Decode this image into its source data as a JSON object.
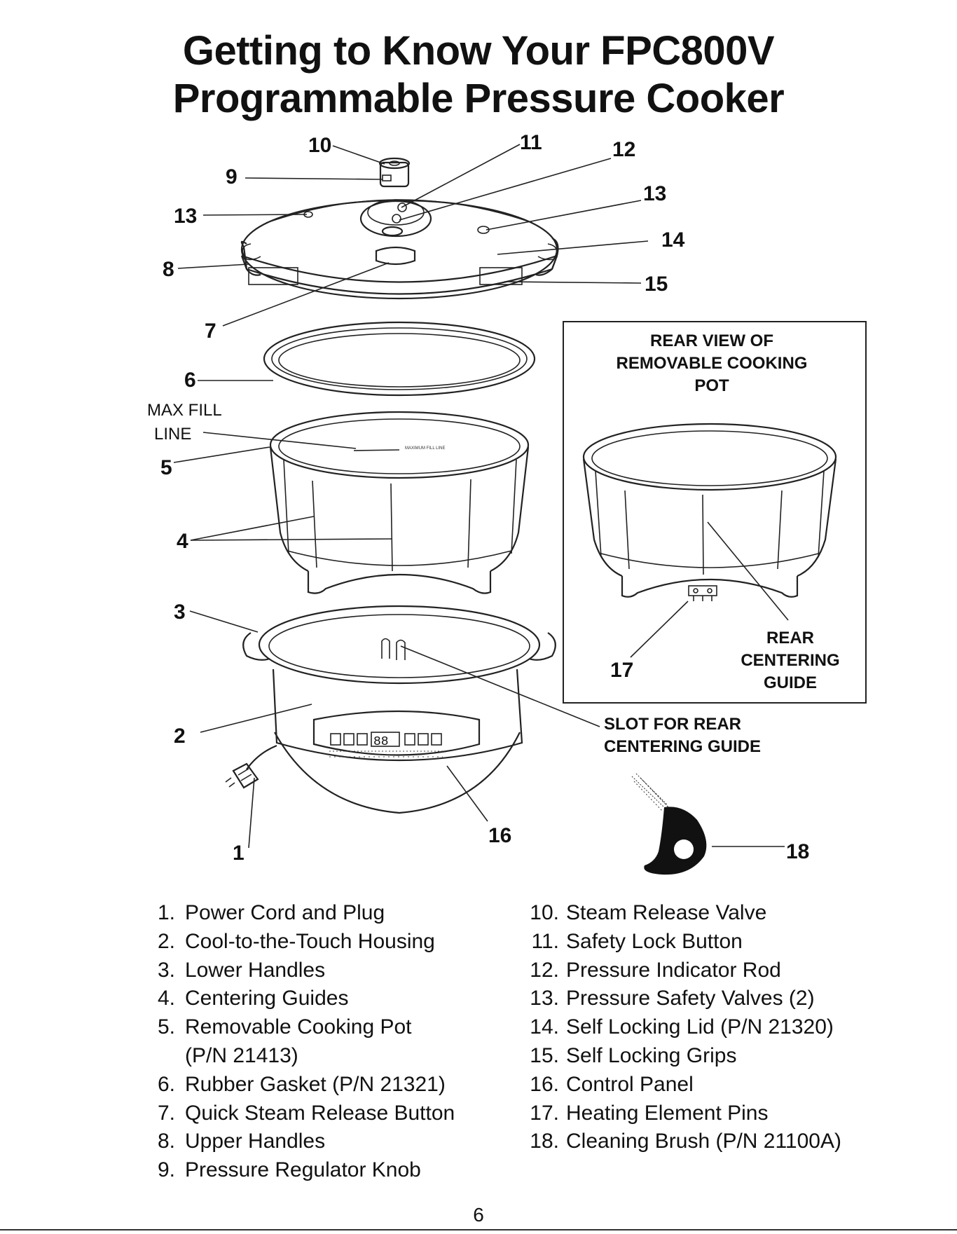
{
  "title": {
    "line1": "Getting to Know Your FPC800V",
    "line2": "Programmable Pressure Cooker"
  },
  "callouts": {
    "n1": "1",
    "n2": "2",
    "n3": "3",
    "n4": "4",
    "n5": "5",
    "n6": "6",
    "n7": "7",
    "n8": "8",
    "n9": "9",
    "n10": "10",
    "n11": "11",
    "n12": "12",
    "n13a": "13",
    "n13b": "13",
    "n14": "14",
    "n15": "15",
    "n16": "16",
    "n17": "17",
    "n18": "18"
  },
  "max_fill": {
    "line1": "MAX FILL",
    "line2": "LINE",
    "pot_text": "MAXIMUM FILL LINE"
  },
  "rear_view": {
    "title1": "REAR VIEW OF",
    "title2": "REMOVABLE COOKING",
    "title3": "POT",
    "guide1": "REAR",
    "guide2": "CENTERING",
    "guide3": "GUIDE"
  },
  "slot": {
    "line1": "SLOT FOR REAR",
    "line2": "CENTERING GUIDE"
  },
  "parts_left": [
    {
      "num": "1.",
      "label": "Power Cord and Plug"
    },
    {
      "num": "2.",
      "label": "Cool-to-the-Touch Housing"
    },
    {
      "num": "3.",
      "label": "Lower Handles"
    },
    {
      "num": "4.",
      "label": "Centering Guides"
    },
    {
      "num": "5.",
      "label": "Removable Cooking Pot"
    },
    {
      "num": "",
      "label": "(P/N 21413)"
    },
    {
      "num": "6.",
      "label": "Rubber Gasket (P/N 21321)"
    },
    {
      "num": "7.",
      "label": "Quick Steam Release Button"
    },
    {
      "num": "8.",
      "label": "Upper Handles"
    },
    {
      "num": "9.",
      "label": "Pressure Regulator Knob"
    }
  ],
  "parts_right": [
    {
      "num": "10.",
      "label": "Steam Release Valve"
    },
    {
      "num": "11.",
      "label": "Safety Lock Button"
    },
    {
      "num": "12.",
      "label": "Pressure Indicator Rod"
    },
    {
      "num": "13.",
      "label": "Pressure Safety Valves (2)"
    },
    {
      "num": "14.",
      "label": "Self Locking Lid (P/N 21320)"
    },
    {
      "num": "15.",
      "label": "Self Locking Grips"
    },
    {
      "num": "16.",
      "label": "Control Panel"
    },
    {
      "num": "17.",
      "label": "Heating Element Pins"
    },
    {
      "num": "18.",
      "label": "Cleaning Brush (P/N 21100A)"
    }
  ],
  "page_number": "6"
}
